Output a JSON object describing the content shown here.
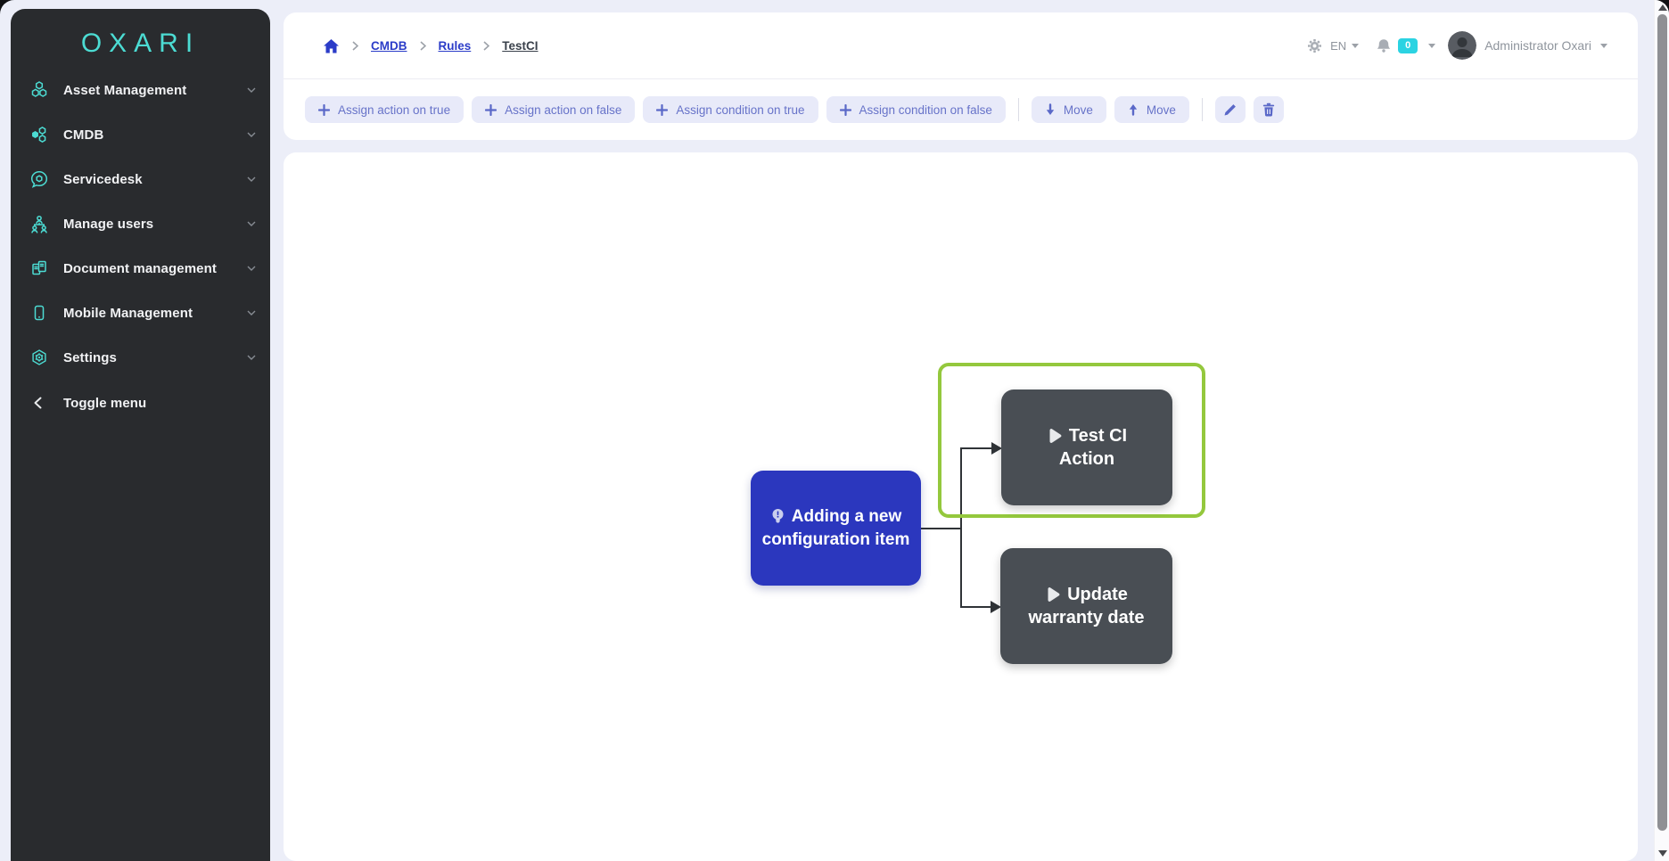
{
  "sidebar": {
    "logo": "OXARI",
    "items": [
      {
        "label": "Asset Management"
      },
      {
        "label": "CMDB"
      },
      {
        "label": "Servicedesk"
      },
      {
        "label": "Manage users"
      },
      {
        "label": "Document management"
      },
      {
        "label": "Mobile Management"
      },
      {
        "label": "Settings"
      }
    ],
    "toggle_label": "Toggle menu"
  },
  "header": {
    "breadcrumb": {
      "items": [
        {
          "label": "CMDB"
        },
        {
          "label": "Rules"
        },
        {
          "label": "TestCI"
        }
      ]
    },
    "language": "EN",
    "notification_count": "0",
    "user_name": "Administrator Oxari"
  },
  "toolbar": {
    "assign_action_true": "Assign action on true",
    "assign_action_false": "Assign action on false",
    "assign_condition_true": "Assign condition on true",
    "assign_condition_false": "Assign condition on false",
    "move_down": "Move",
    "move_up": "Move"
  },
  "flowchart": {
    "trigger": {
      "line1": "Adding a new",
      "line2": "configuration item"
    },
    "action_selected": {
      "line1": "Test CI",
      "line2": "Action"
    },
    "action_second": {
      "line1": "Update",
      "line2": "warranty date"
    }
  },
  "colors": {
    "accent_teal": "#4CDCD3",
    "sidebar_bg": "#292B2E",
    "page_bg": "#ECEEF8",
    "link_blue": "#2B3CC8",
    "button_bg": "#E8EAF9",
    "button_fg": "#6773C9",
    "trigger_node_blue": "#2B37BE",
    "action_node_gray": "#494E54",
    "selection_green": "#94C83D",
    "badge_cyan": "#2BD3E2"
  }
}
